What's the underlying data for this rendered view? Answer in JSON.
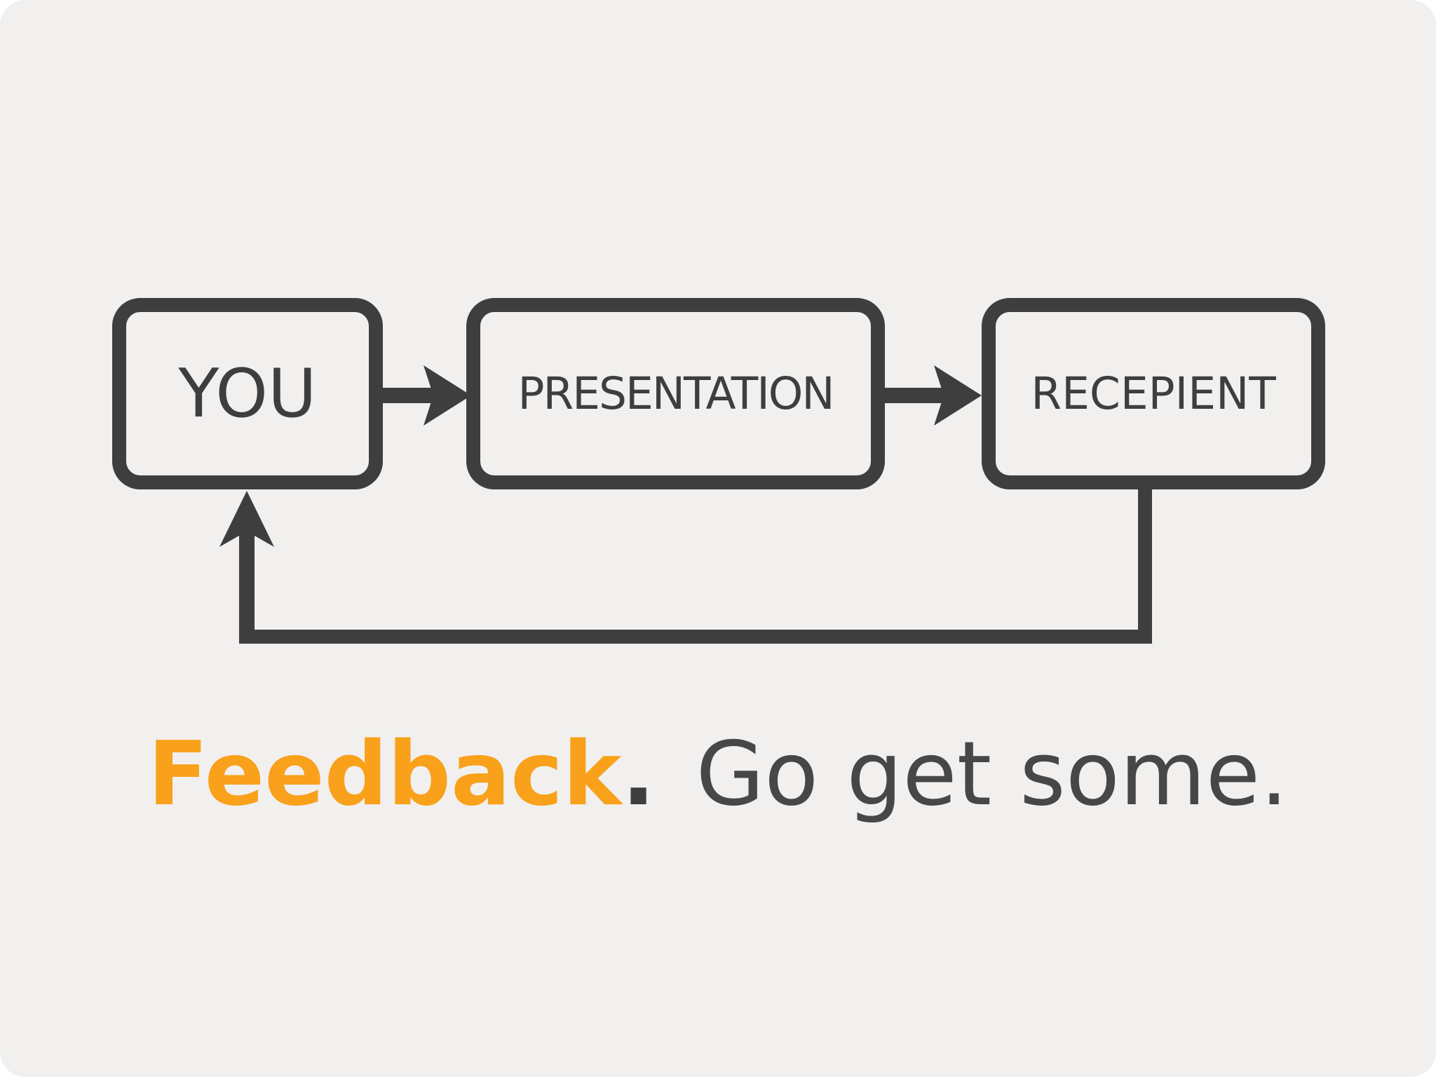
{
  "colors": {
    "page_background": "#ffffff",
    "panel_background": "#f1f0ef",
    "line_and_text": "#3f3e3e",
    "accent_orange": "#f9a11b"
  },
  "diagram": {
    "nodes": [
      {
        "id": "you",
        "label": "YOU"
      },
      {
        "id": "presentation",
        "label": "PRESENTATION"
      },
      {
        "id": "recepient",
        "label": "RECEPIENT"
      }
    ],
    "arrows": [
      {
        "id": "you-to-presentation",
        "from": "you",
        "to": "presentation"
      },
      {
        "id": "presentation-to-recepient",
        "from": "presentation",
        "to": "recepient"
      },
      {
        "id": "feedback-loop",
        "from": "recepient",
        "to": "you"
      }
    ]
  },
  "caption": {
    "highlight": "Feedback",
    "dot": ".",
    "rest": "Go get some."
  }
}
